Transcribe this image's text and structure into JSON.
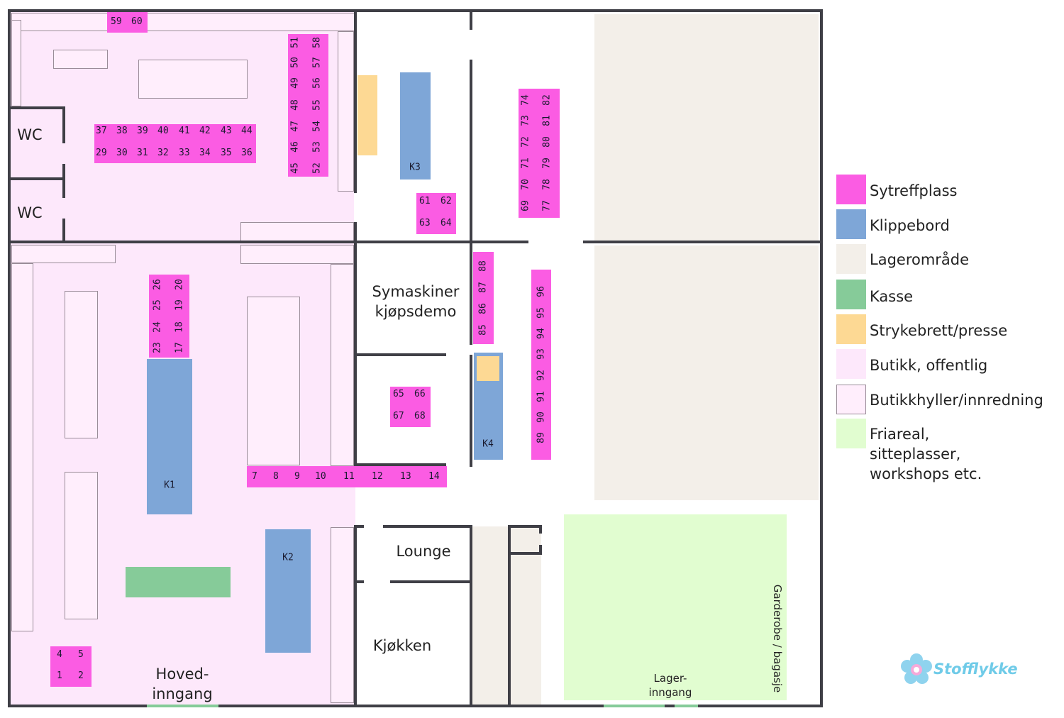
{
  "rooms": {
    "wc1": "WC",
    "wc2": "WC",
    "demo": "Symaskiner\nkjøpsdemo",
    "lounge": "Lounge",
    "kitchen": "Kjøkken",
    "main_entrance": "Hoved-\ninngang",
    "storage_entrance": "Lager-\ninngang",
    "wardrobe": "Garderobe / bagasje"
  },
  "cutting_tables": {
    "k1": "K1",
    "k2": "K2",
    "k3": "K3",
    "k4": "K4"
  },
  "seats": {
    "s59_60": [
      "59",
      "60"
    ],
    "s37_44": [
      "37",
      "38",
      "39",
      "40",
      "41",
      "42",
      "43",
      "44"
    ],
    "s29_36": [
      "29",
      "30",
      "31",
      "32",
      "33",
      "34",
      "35",
      "36"
    ],
    "c45_51": [
      "45",
      "46",
      "47",
      "48",
      "49",
      "50",
      "51"
    ],
    "c52_58": [
      "52",
      "53",
      "54",
      "55",
      "56",
      "57",
      "58"
    ],
    "s61_62": [
      "61",
      "62"
    ],
    "s63_64": [
      "63",
      "64"
    ],
    "c69_74": [
      "69",
      "70",
      "71",
      "72",
      "73",
      "74"
    ],
    "c77_82": [
      "77",
      "78",
      "79",
      "80",
      "81",
      "82"
    ],
    "c23_26": [
      "23",
      "24",
      "25",
      "26"
    ],
    "c17_20": [
      "17",
      "18",
      "19",
      "20"
    ],
    "c85_88": [
      "85",
      "86",
      "87",
      "88"
    ],
    "c89_96": [
      "89",
      "90",
      "91",
      "92",
      "93",
      "94",
      "95",
      "96"
    ],
    "s65_66": [
      "65",
      "66"
    ],
    "s67_68": [
      "67",
      "68"
    ],
    "s7_14": [
      "7",
      "8",
      "9",
      "10",
      "11",
      "12",
      "13",
      "14"
    ],
    "s4_5": [
      "4",
      "5"
    ],
    "s1_2": [
      "1",
      "2"
    ]
  },
  "legend": [
    {
      "label": "Sytreffplass",
      "color": "#fb5ce3"
    },
    {
      "label": "Klippebord",
      "color": "#7ea6d7"
    },
    {
      "label": "Lagerområde",
      "color": "#f3efe9"
    },
    {
      "label": "Kasse",
      "color": "#86cb99"
    },
    {
      "label": "Strykebrett/presse",
      "color": "#fdd994"
    },
    {
      "label": "Butikk, offentlig",
      "color": "#fde8fb"
    },
    {
      "label": "Butikkhyller/innredning",
      "color": "#ffeefc"
    },
    {
      "label": "Friareal,\nsitteplasser,\nworkshops etc.",
      "color": "#e1fdd0"
    }
  ],
  "logo": "Stofflykke"
}
